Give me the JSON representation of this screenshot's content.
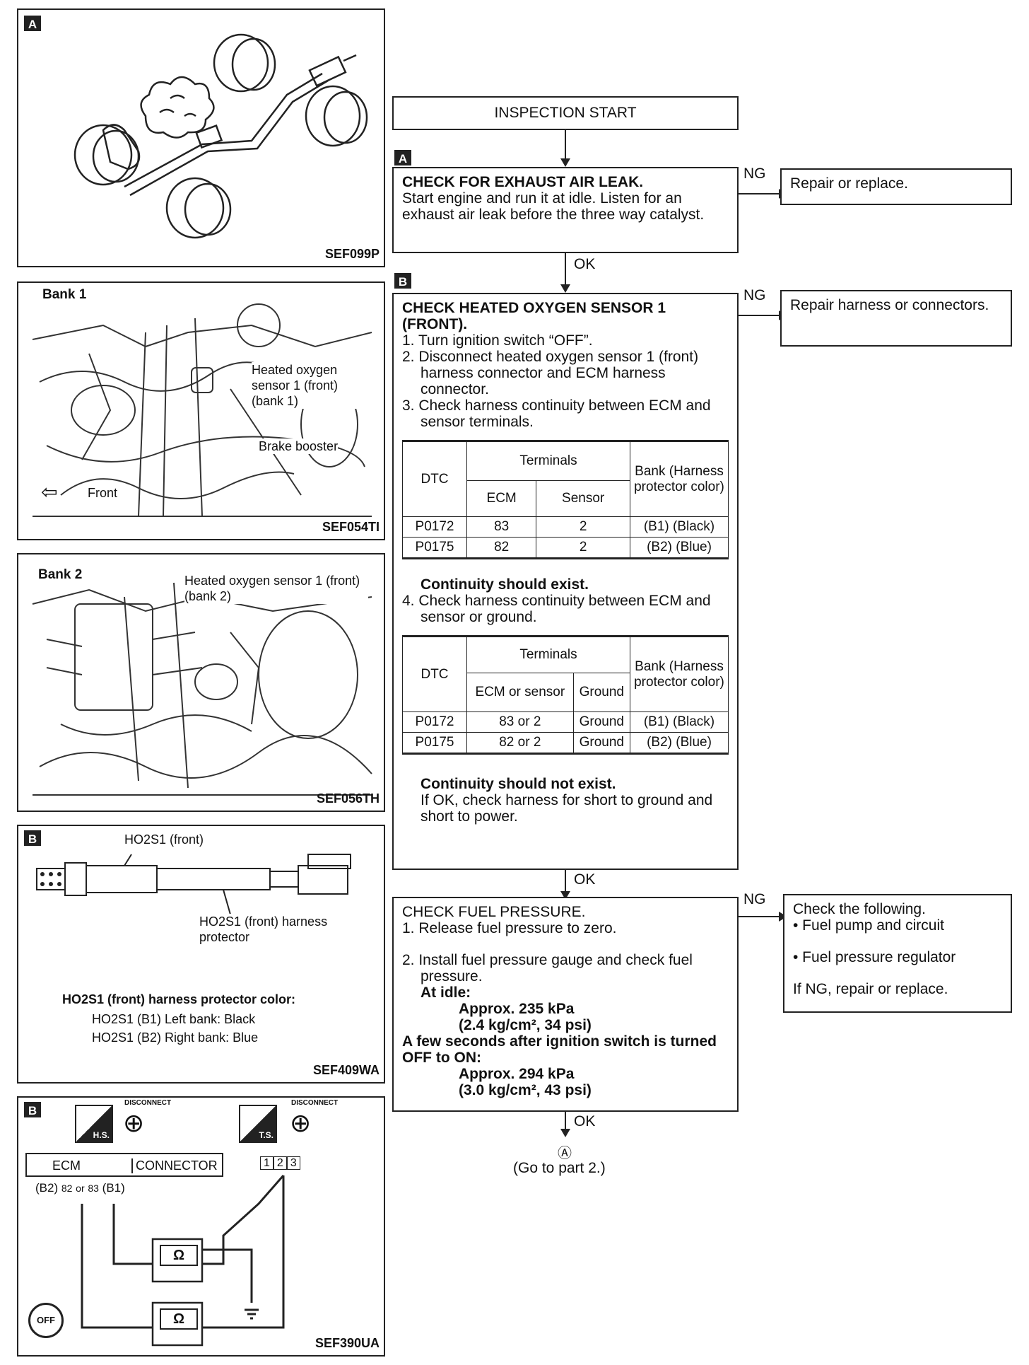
{
  "figures": {
    "a": {
      "tag": "A",
      "code": "SEF099P"
    },
    "bank1": {
      "title": "Bank 1",
      "callout_sensor": "Heated oxygen sensor 1 (front) (bank 1)",
      "callout_booster": "Brake booster",
      "front": "Front",
      "code": "SEF054TI"
    },
    "bank2": {
      "title": "Bank 2",
      "callout_sensor": "Heated oxygen sensor 1 (front) (bank 2)",
      "code": "SEF056TH"
    },
    "ho2s1": {
      "tag": "B",
      "label_sensor": "HO2S1 (front)",
      "label_protector": "HO2S1 (front) harness protector",
      "color_title": "HO2S1 (front) harness protector color:",
      "color_b1": "HO2S1 (B1) Left bank: Black",
      "color_b2": "HO2S1 (B2) Right bank: Blue",
      "code": "SEF409WA"
    },
    "circuit": {
      "tag": "B",
      "disconnect": "DISCONNECT",
      "hs": "H.S.",
      "ts": "T.S.",
      "ecm": "ECM",
      "connector": "CONNECTOR",
      "b2": "(B2)",
      "t82": "82",
      "or": "or",
      "t83": "83",
      "b1": "(B1)",
      "p1": "1",
      "p2": "2",
      "p3": "3",
      "ohm": "Ω",
      "off": "OFF",
      "code": "SEF390UA"
    }
  },
  "flow": {
    "start": "INSPECTION START",
    "tag_a": "A",
    "tag_b": "B",
    "ng": "NG",
    "ok": "OK",
    "step_a": {
      "title": "CHECK FOR EXHAUST AIR LEAK.",
      "text": "Start engine and run it at idle. Listen for an exhaust air leak before the three way catalyst.",
      "ng_action": "Repair or replace."
    },
    "step_b": {
      "title": "CHECK HEATED OXYGEN SENSOR 1 (FRONT).",
      "s1": "1. Turn ignition switch “OFF”.",
      "s2": "2. Disconnect heated oxygen sensor 1 (front) harness connector and ECM harness connector.",
      "s3": "3. Check harness continuity between ECM and sensor terminals.",
      "t1": {
        "dtc": "DTC",
        "terminals": "Terminals",
        "ecm": "ECM",
        "sensor": "Sensor",
        "bank": "Bank (Harness protector color)",
        "r1": [
          "P0172",
          "83",
          "2",
          "(B1) (Black)"
        ],
        "r2": [
          "P0175",
          "82",
          "2",
          "(B2) (Blue)"
        ]
      },
      "cont1": "Continuity should exist.",
      "s4": "4. Check harness continuity between ECM and sensor or ground.",
      "t2": {
        "dtc": "DTC",
        "terminals": "Terminals",
        "ecm": "ECM or sensor",
        "ground": "Ground",
        "bank": "Bank (Harness protector color)",
        "r1": [
          "P0172",
          "83 or 2",
          "Ground",
          "(B1) (Black)"
        ],
        "r2": [
          "P0175",
          "82 or 2",
          "Ground",
          "(B2) (Blue)"
        ]
      },
      "cont2": "Continuity should not exist.",
      "ok_note": "If OK, check harness for short to ground and short to power.",
      "ng_action": "Repair harness or connectors."
    },
    "step_c": {
      "title": "CHECK FUEL PRESSURE.",
      "s1": "1. Release fuel pressure to zero.",
      "s2": "2. Install fuel pressure gauge and check fuel pressure.",
      "idle": "At idle:",
      "v1": "Approx. 235 kPa",
      "v1b": "(2.4 kg/cm², 34 psi)",
      "few": "A few seconds after ignition switch is turned OFF to ON:",
      "v2": "Approx. 294 kPa",
      "v2b": "(3.0 kg/cm², 43 psi)",
      "ng_title": "Check the following.",
      "ng_i1": "• Fuel pump and circuit",
      "ng_i2": "• Fuel pressure regulator",
      "ng_i3": "If NG, repair or replace."
    },
    "end_marker": "Ⓐ",
    "end_text": "(Go to part 2.)"
  }
}
